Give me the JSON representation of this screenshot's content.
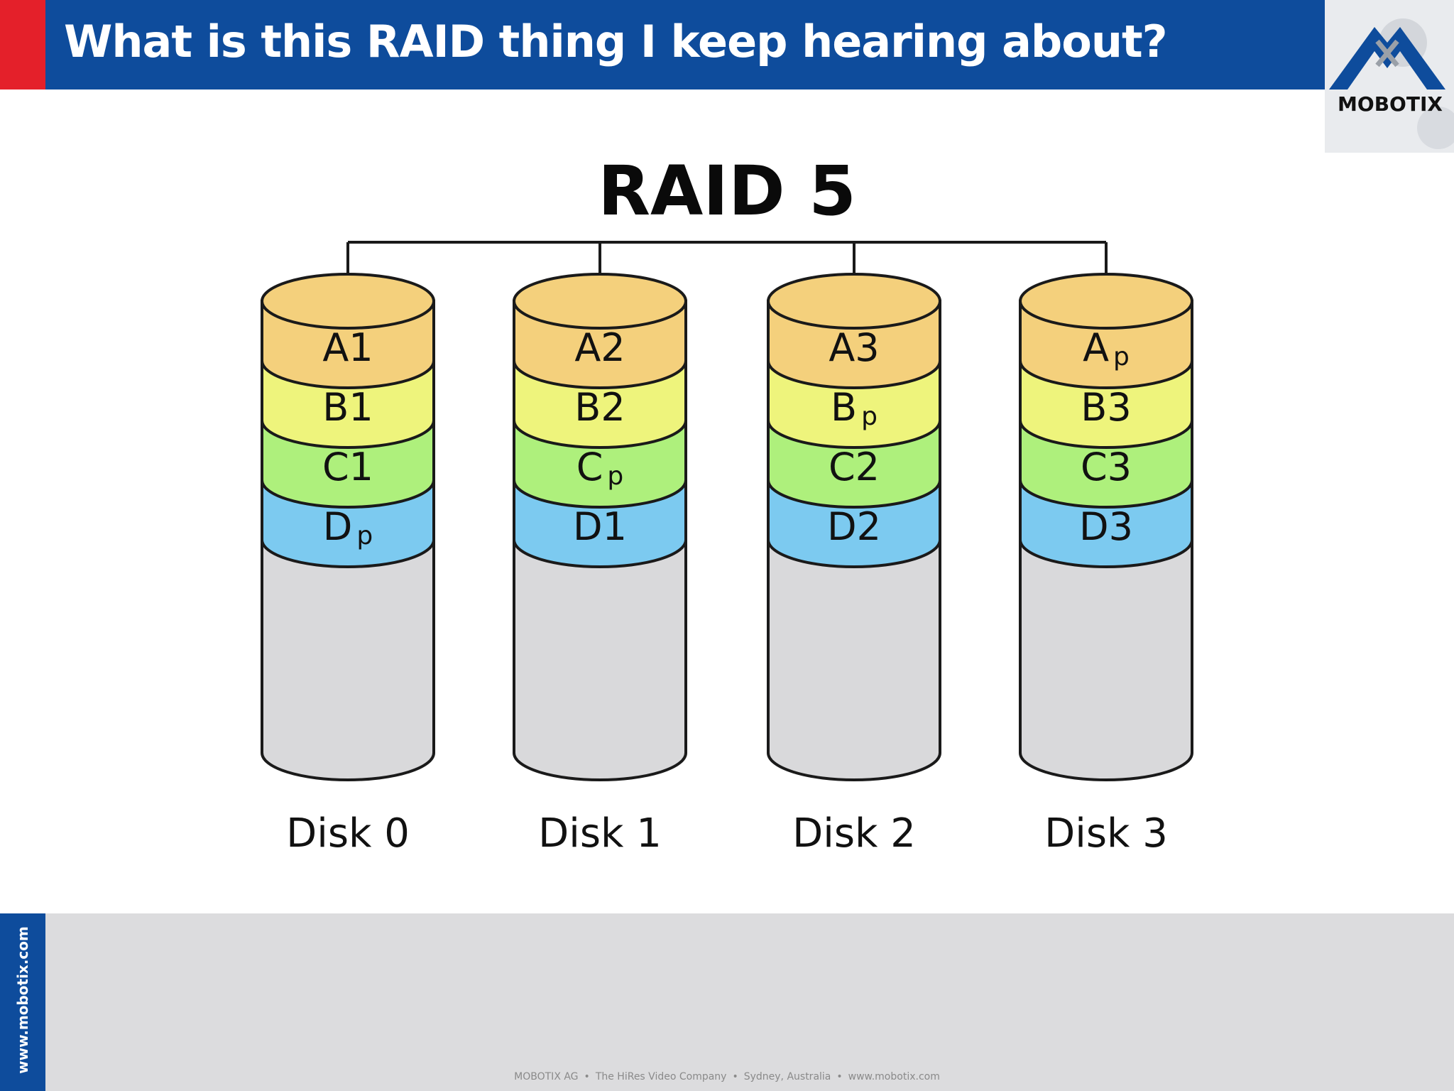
{
  "header": {
    "title": "What is this RAID thing I keep hearing about?"
  },
  "logo": {
    "text": "MOBOTIX"
  },
  "diagram": {
    "title": "RAID 5",
    "colors": {
      "A": "#f4d07c",
      "B": "#eef47c",
      "C": "#aef07c",
      "D": "#7ccaf0",
      "empty": "#d9d9db",
      "stroke": "#1a1a1a"
    },
    "disks": [
      {
        "label": "Disk 0",
        "segments": [
          {
            "row": "A",
            "main": "A1",
            "sub": ""
          },
          {
            "row": "B",
            "main": "B1",
            "sub": ""
          },
          {
            "row": "C",
            "main": "C1",
            "sub": ""
          },
          {
            "row": "D",
            "main": "D",
            "sub": "p"
          }
        ]
      },
      {
        "label": "Disk 1",
        "segments": [
          {
            "row": "A",
            "main": "A2",
            "sub": ""
          },
          {
            "row": "B",
            "main": "B2",
            "sub": ""
          },
          {
            "row": "C",
            "main": "C",
            "sub": "p"
          },
          {
            "row": "D",
            "main": "D1",
            "sub": ""
          }
        ]
      },
      {
        "label": "Disk 2",
        "segments": [
          {
            "row": "A",
            "main": "A3",
            "sub": ""
          },
          {
            "row": "B",
            "main": "B",
            "sub": "p"
          },
          {
            "row": "C",
            "main": "C2",
            "sub": ""
          },
          {
            "row": "D",
            "main": "D2",
            "sub": ""
          }
        ]
      },
      {
        "label": "Disk 3",
        "segments": [
          {
            "row": "A",
            "main": "A",
            "sub": "p"
          },
          {
            "row": "B",
            "main": "B3",
            "sub": ""
          },
          {
            "row": "C",
            "main": "C3",
            "sub": ""
          },
          {
            "row": "D",
            "main": "D3",
            "sub": ""
          }
        ]
      }
    ]
  },
  "sidebar": {
    "url": "www.mobotix.com"
  },
  "footer": {
    "items": [
      "MOBOTIX AG",
      "The HiRes Video Company",
      "Sydney, Australia",
      "www.mobotix.com"
    ]
  }
}
